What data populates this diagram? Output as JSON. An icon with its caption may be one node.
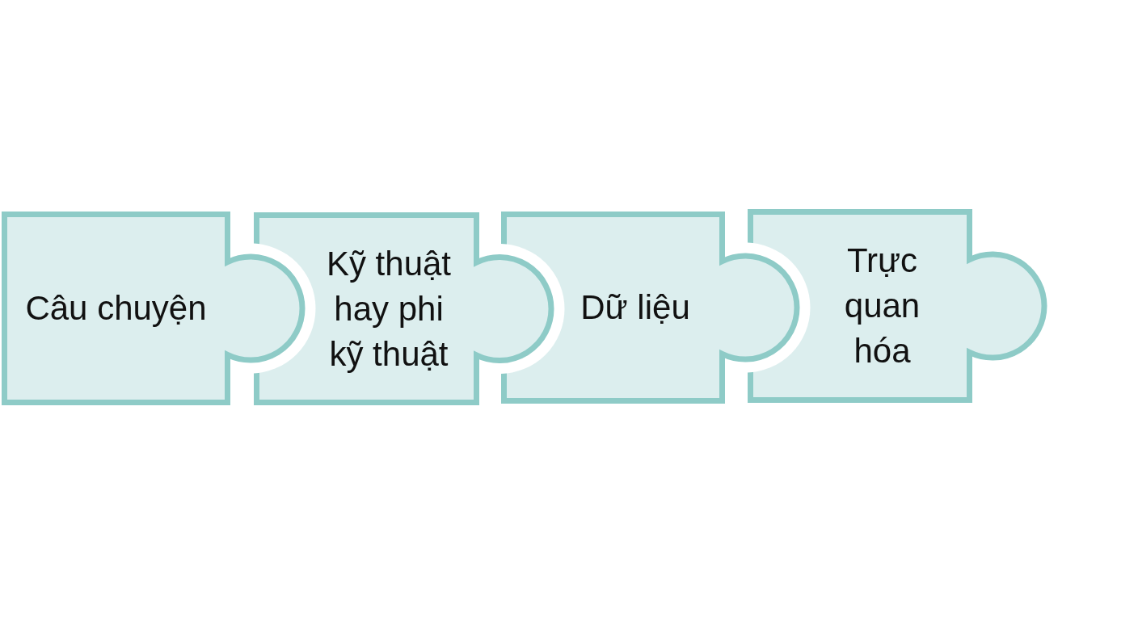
{
  "diagram": {
    "nodes": [
      {
        "text": [
          "Câu chuyện"
        ]
      },
      {
        "text": [
          "Kỹ thuật hay phi kỹ thuật"
        ]
      },
      {
        "text": [
          "Dữ liệu"
        ]
      },
      {
        "text": [
          "Trực quan hóa"
        ]
      }
    ]
  }
}
